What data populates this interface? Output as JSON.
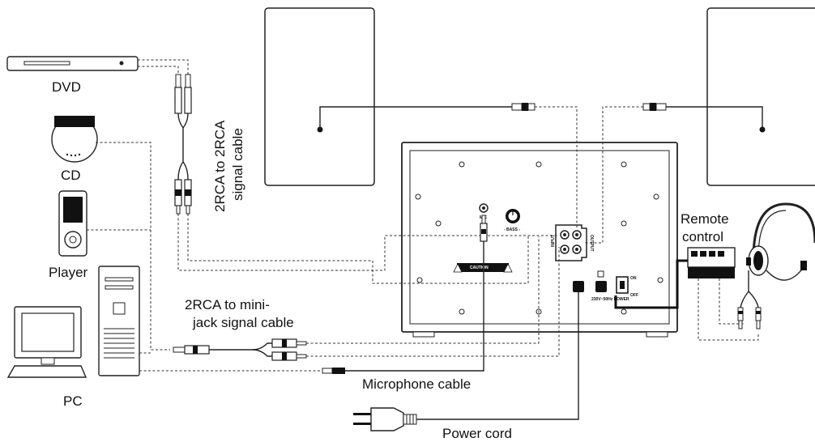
{
  "labels": {
    "dvd": "DVD",
    "cd": "CD",
    "player": "Player",
    "pc": "PC",
    "rca_to_rca_line1": "2RCA to 2RCA",
    "rca_to_rca_line2": "signal cable",
    "rca_to_minijack_line1": "2RCA to mini-",
    "rca_to_minijack_line2": "jack signal cable",
    "microphone_cable": "Microphone cable",
    "power_cord": "Power cord",
    "remote_line1": "Remote",
    "remote_line2": "control"
  },
  "panel": {
    "mic": "MIC",
    "bass": "- BASS -",
    "input": "INPUT",
    "output": "OUTPUT",
    "caution": "CAUTION",
    "power_rating": "230V~50Hz POWER",
    "on": "ON",
    "off": "OFF"
  },
  "icons": [
    "dvd-player-icon",
    "cd-player-icon",
    "media-player-icon",
    "pc-monitor-icon",
    "pc-tower-icon",
    "keyboard-icon",
    "speaker-left-icon",
    "speaker-right-icon",
    "subwoofer-icon",
    "headset-icon",
    "remote-control-icon",
    "power-plug-icon"
  ]
}
